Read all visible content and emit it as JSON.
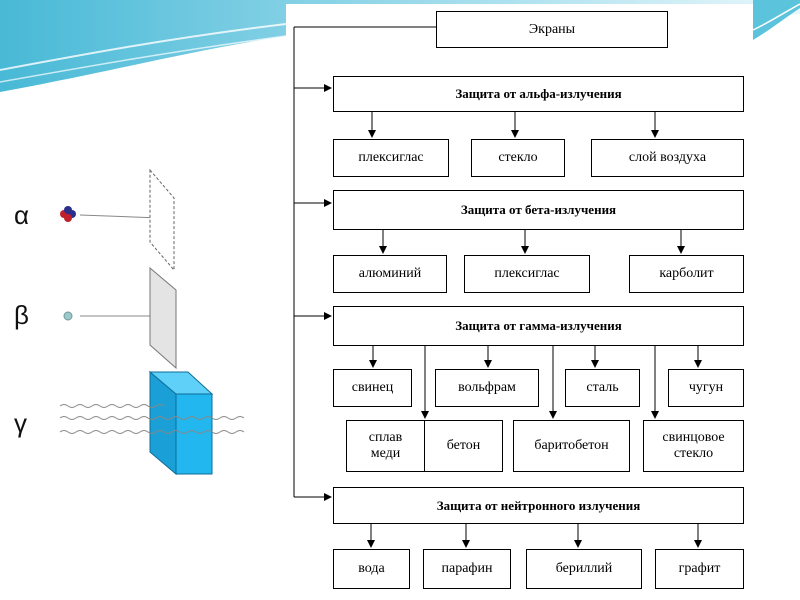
{
  "radiation_labels": {
    "alpha": "α",
    "beta": "β",
    "gamma": "γ"
  },
  "diagram": {
    "root": "Экраны",
    "alpha": {
      "title": "Защита от альфа-излучения",
      "items": [
        "плексиглас",
        "стекло",
        "слой воздуха"
      ]
    },
    "beta": {
      "title": "Защита от бета-излучения",
      "items": [
        "алюминий",
        "плексиглас",
        "карболит"
      ]
    },
    "gamma": {
      "title": "Защита от гамма-излучения",
      "items_top": [
        "свинец",
        "вольфрам",
        "сталь",
        "чугун"
      ],
      "items_bottom": [
        "сплав меди",
        "бетон",
        "баритобетон",
        "свинцовое стекло"
      ]
    },
    "neutron": {
      "title": "Защита от нейтронного излучения",
      "items": [
        "вода",
        "парафин",
        "бериллий",
        "графит"
      ]
    }
  },
  "colors": {
    "accent": "#2aa9c9",
    "gamma_block": "#1fb4ec"
  }
}
